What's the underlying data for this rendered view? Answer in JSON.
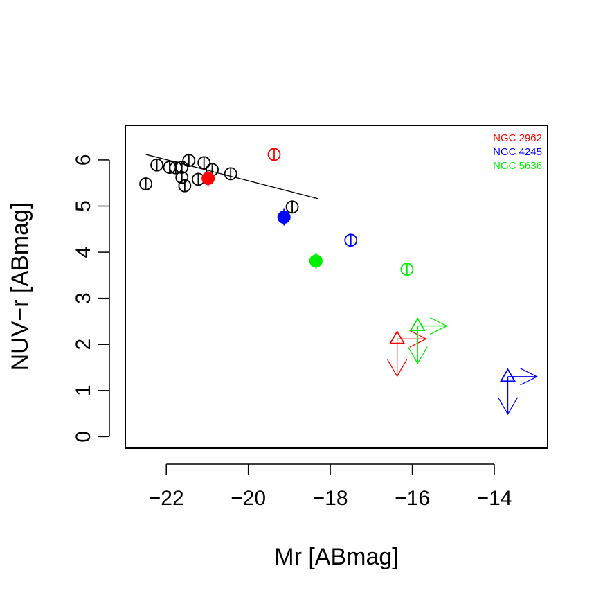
{
  "chart_data": {
    "type": "scatter",
    "xlabel": "Mr [ABmag]",
    "ylabel": "NUV−r [ABmag]",
    "xlim": [
      -23,
      -12.7
    ],
    "ylim": [
      -0.25,
      6.75
    ],
    "x_ticks": [
      -22,
      -20,
      -18,
      -16,
      -14
    ],
    "x_tick_labels": [
      "−22",
      "−20",
      "−18",
      "−16",
      "−14"
    ],
    "y_ticks": [
      0,
      1,
      2,
      3,
      4,
      5,
      6
    ],
    "y_tick_labels": [
      "0",
      "1",
      "2",
      "3",
      "4",
      "5",
      "6"
    ],
    "grid": false,
    "legend_position": "top-right",
    "legend": [
      {
        "label": "NGC 2962",
        "color": "#ff0000"
      },
      {
        "label": "NGC 4245",
        "color": "#0000ff"
      },
      {
        "label": "NGC 5636",
        "color": "#00ee00"
      }
    ],
    "reference_sample": {
      "color": "#000000",
      "marker": "open-circle-with-errorbar",
      "points": [
        {
          "x": -22.5,
          "y": 5.48
        },
        {
          "x": -22.23,
          "y": 5.89
        },
        {
          "x": -21.92,
          "y": 5.84
        },
        {
          "x": -21.77,
          "y": 5.83
        },
        {
          "x": -21.62,
          "y": 5.84
        },
        {
          "x": -21.62,
          "y": 5.62
        },
        {
          "x": -21.55,
          "y": 5.44
        },
        {
          "x": -21.45,
          "y": 5.99
        },
        {
          "x": -21.22,
          "y": 5.58
        },
        {
          "x": -21.08,
          "y": 5.94
        },
        {
          "x": -20.88,
          "y": 5.79
        },
        {
          "x": -20.43,
          "y": 5.7
        },
        {
          "x": -18.93,
          "y": 4.98
        }
      ]
    },
    "fit_line": {
      "color": "#000000",
      "x": [
        -22.5,
        -18.3
      ],
      "y": [
        6.12,
        5.16
      ]
    },
    "galaxies": [
      {
        "name": "NGC 2962",
        "color": "#ff0000",
        "filled_point": {
          "x": -20.98,
          "y": 5.6
        },
        "open_point": {
          "x": -19.37,
          "y": 6.12
        },
        "upper_limit_point": {
          "x": -16.37,
          "y": 2.12
        }
      },
      {
        "name": "NGC 4245",
        "color": "#0000ff",
        "filled_point": {
          "x": -19.13,
          "y": 4.76
        },
        "open_point": {
          "x": -17.5,
          "y": 4.26
        },
        "upper_limit_point": {
          "x": -13.67,
          "y": 1.3
        }
      },
      {
        "name": "NGC 5636",
        "color": "#00ee00",
        "filled_point": {
          "x": -18.35,
          "y": 3.81
        },
        "open_point": {
          "x": -16.13,
          "y": 3.63
        },
        "upper_limit_point": {
          "x": -15.87,
          "y": 2.4
        }
      }
    ]
  }
}
